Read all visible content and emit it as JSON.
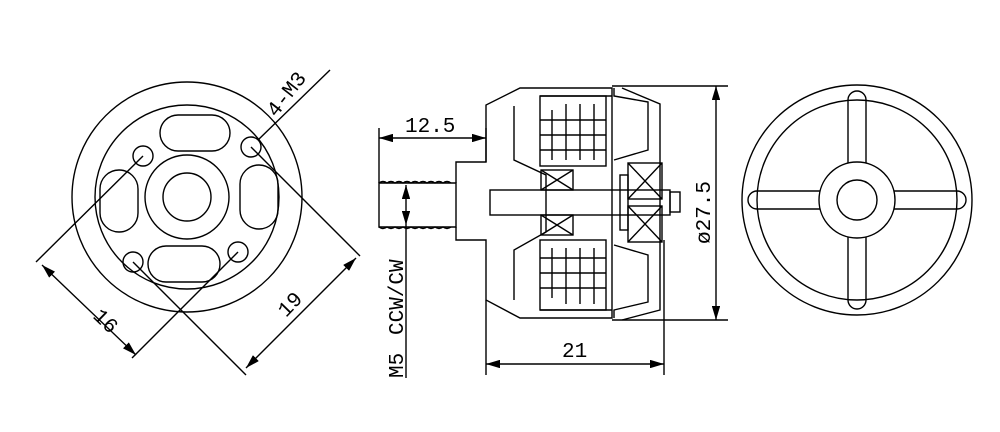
{
  "labels": {
    "mount_holes": "4-M3",
    "hole_spacing_small": "16",
    "hole_spacing_large": "19",
    "shaft_length": "12.5",
    "thread": "M5",
    "rotation": "CCW/CW",
    "motor_height": "21",
    "motor_diameter": "ø27.5"
  },
  "line_color": "#000000"
}
